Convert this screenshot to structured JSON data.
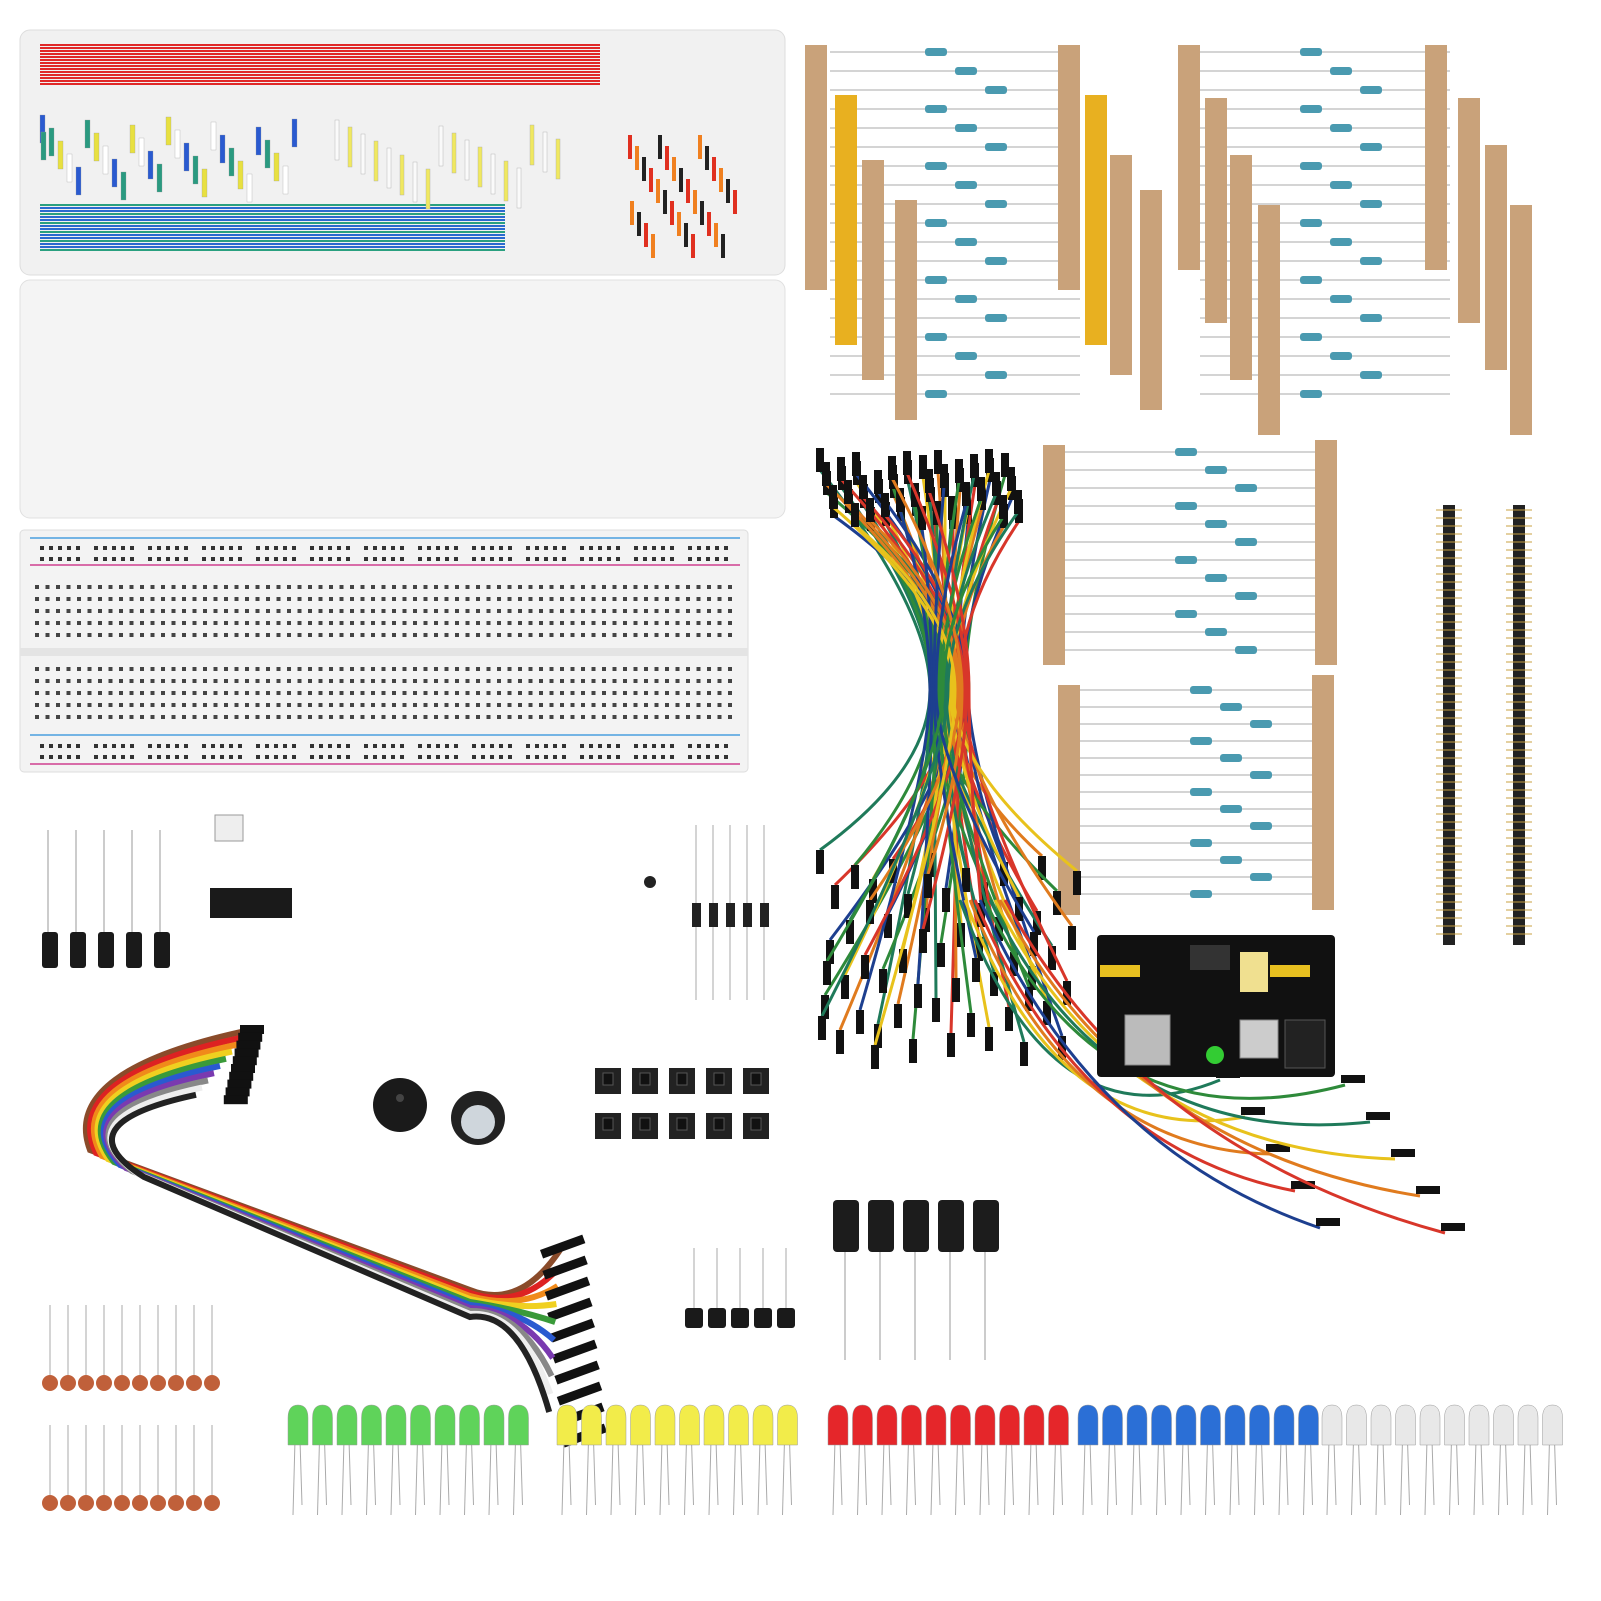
{
  "scene": {
    "background": "#ffffff",
    "led_groups": [
      {
        "color": "green",
        "fill": "#5fd35a",
        "count": 10
      },
      {
        "color": "yellow",
        "fill": "#f2ec4a",
        "count": 10
      },
      {
        "color": "red",
        "fill": "#e5262a",
        "count": 10
      },
      {
        "color": "blue",
        "fill": "#2b6fd6",
        "count": 10
      },
      {
        "color": "white",
        "fill": "#e8e8e8",
        "count": 10
      }
    ],
    "jumper_wire_colors": [
      "#1f7a5a",
      "#e8c21c",
      "#e07b1e",
      "#d8362a",
      "#1d3f8f",
      "#2e8a3a"
    ],
    "ribbon_colors": [
      "#8a4b2a",
      "#d22",
      "#f08a1a",
      "#f0d020",
      "#3a9a3a",
      "#2a5ad0",
      "#7a3ab0",
      "#888",
      "#eee",
      "#222"
    ],
    "counts": {
      "electrolytic_small": 5,
      "electrolytic_large": 5,
      "diodes": 5,
      "transistors": 5,
      "buttons": 10,
      "ceramic_caps_per_row": 10
    }
  }
}
